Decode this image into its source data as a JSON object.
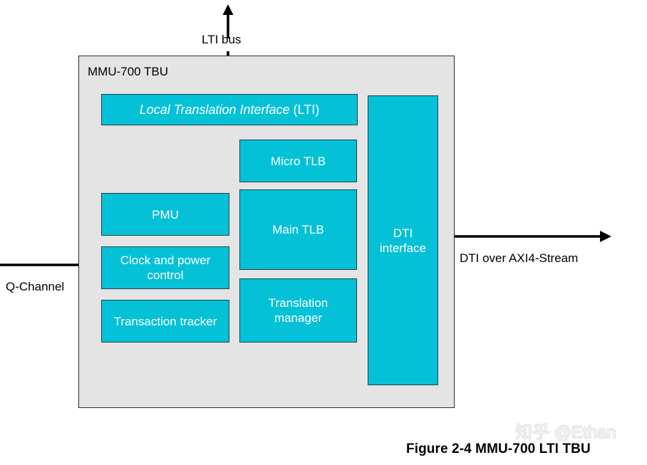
{
  "figure": {
    "caption": "Figure 2-4  MMU-700 LTI TBU",
    "watermark": "知乎 @Ethan"
  },
  "container": {
    "title": "MMU-700 TBU",
    "fill_color": "#e4e4e4",
    "border_color": "#2b2b2b"
  },
  "blocks": {
    "fill_color": "#05c1d7",
    "border_color": "#26404a",
    "text_color": "#ffffff",
    "lti": {
      "label_italic": "Local Translation Interface",
      "label_plain": " (LTI)"
    },
    "micro_tlb": {
      "label": "Micro TLB"
    },
    "main_tlb": {
      "label": "Main TLB"
    },
    "translation_manager": {
      "label": "Translation manager"
    },
    "pmu": {
      "label": "PMU"
    },
    "clock_power_control": {
      "label": "Clock and power control"
    },
    "transaction_tracker": {
      "label": "Transaction tracker"
    },
    "dti_interface": {
      "label": "DTI interface"
    }
  },
  "connectors": {
    "lti_bus": {
      "label": "LTI bus",
      "direction": "bidirectional-vertical"
    },
    "q_channel": {
      "label": "Q-Channel",
      "direction": "inbound-right"
    },
    "dti_axi": {
      "label": "DTI over AXI4-Stream",
      "direction": "outbound-right"
    }
  }
}
